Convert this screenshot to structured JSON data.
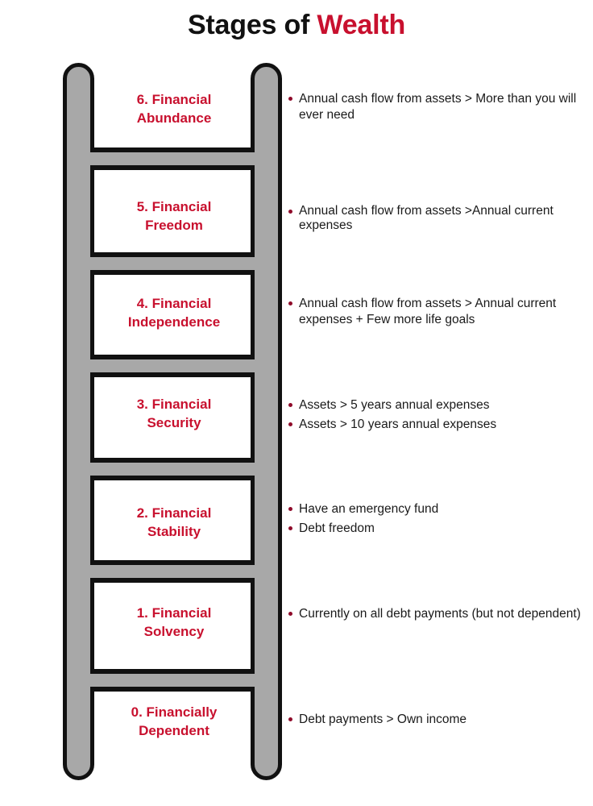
{
  "title": {
    "prefix": "Stages of ",
    "accent": "Wealth"
  },
  "colors": {
    "accent_red": "#c8102e",
    "bullet_dot": "#8f0a2a",
    "rail_fill": "#a8a8a8",
    "outline": "#111111",
    "text": "#1a1a1a",
    "background": "#ffffff"
  },
  "ladder": {
    "rung_count": 6,
    "steps": [
      {
        "level": 6,
        "label_line1": "6. Financial",
        "label_line2": "Abundance",
        "bullets": [
          "Annual cash flow from assets > More than you will ever need"
        ]
      },
      {
        "level": 5,
        "label_line1": "5. Financial",
        "label_line2": "Freedom",
        "bullets": [
          "Annual cash flow from assets >Annual current expenses"
        ]
      },
      {
        "level": 4,
        "label_line1": "4. Financial",
        "label_line2": "Independence",
        "bullets": [
          "Annual cash flow from assets > Annual current expenses + Few more life goals"
        ]
      },
      {
        "level": 3,
        "label_line1": "3. Financial",
        "label_line2": "Security",
        "bullets": [
          "Assets > 5 years annual expenses",
          "Assets > 10 years annual expenses"
        ]
      },
      {
        "level": 2,
        "label_line1": "2. Financial",
        "label_line2": "Stability",
        "bullets": [
          "Have an emergency fund",
          "Debt freedom"
        ]
      },
      {
        "level": 1,
        "label_line1": "1. Financial",
        "label_line2": "Solvency",
        "bullets": [
          "Currently on all debt payments (but not dependent)"
        ]
      },
      {
        "level": 0,
        "label_line1": "0. Financially",
        "label_line2": "Dependent",
        "bullets": [
          "Debt payments > Own income"
        ]
      }
    ]
  }
}
